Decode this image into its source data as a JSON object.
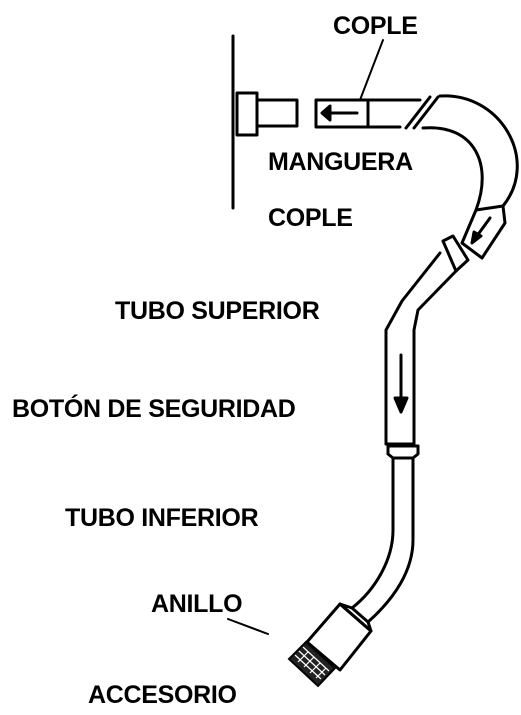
{
  "labels": {
    "coupling_top": "COPLE",
    "hose": "MANGUERA",
    "coupling_mid": "COPLE",
    "upper_tube": "TUBO SUPERIOR",
    "safety_button": "BOTÓN DE SEGURIDAD",
    "lower_tube": "TUBO INFERIOR",
    "ring": "ANILLO",
    "accessory": "ACCESORIO"
  }
}
